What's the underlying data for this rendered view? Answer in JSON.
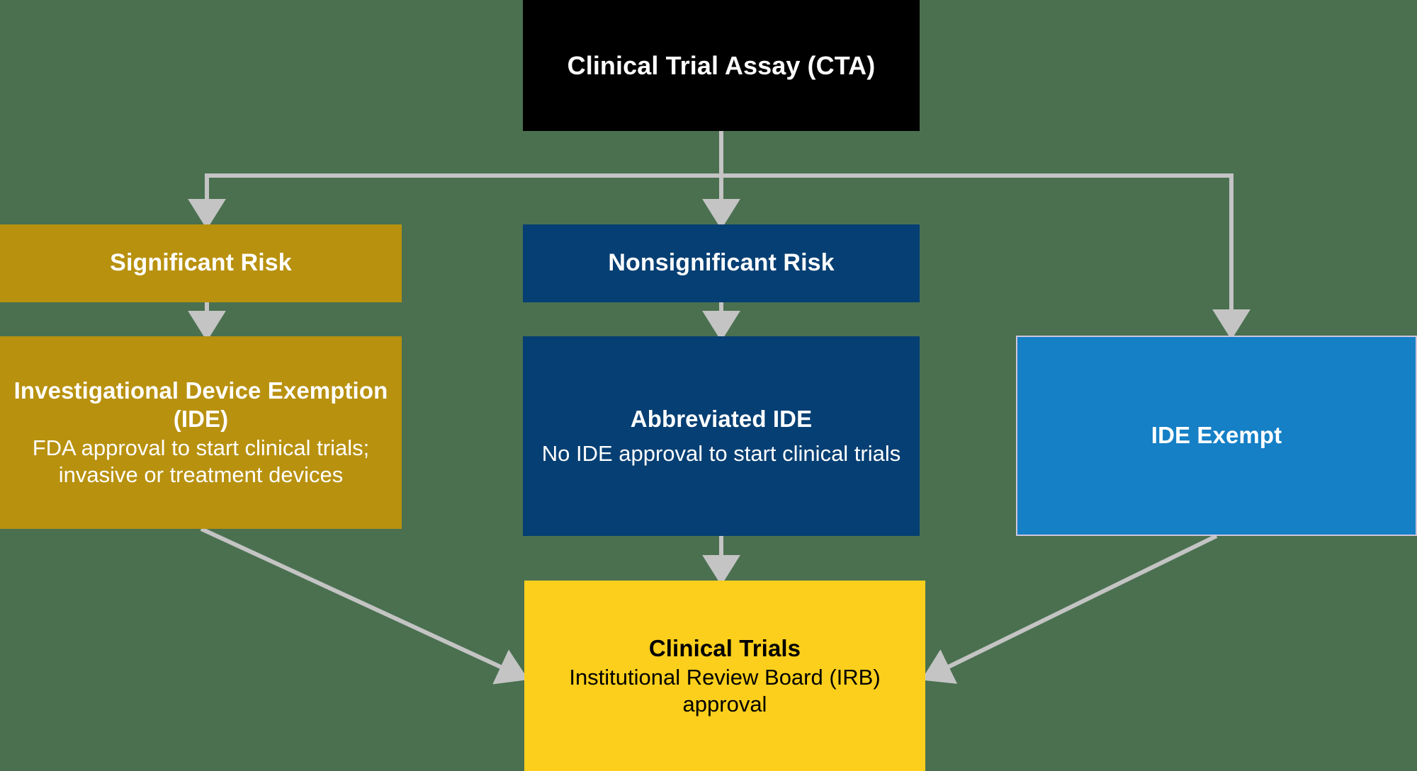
{
  "diagram": {
    "background_color": "#4a7050",
    "connector_color": "#c4c4c4",
    "nodes": {
      "cta": {
        "title": "Clinical Trial Assay (CTA)",
        "body": "",
        "fill": "#000000",
        "text_color": "#ffffff"
      },
      "sr": {
        "title": "Significant Risk",
        "body": "",
        "fill": "#b8910f",
        "text_color": "#ffffff"
      },
      "nsr": {
        "title": "Nonsignificant Risk",
        "body": "",
        "fill": "#063f73",
        "text_color": "#ffffff"
      },
      "ide": {
        "title": "Investigational Device Exemption (IDE)",
        "body": "FDA approval to start clinical trials; invasive or treatment devices",
        "fill": "#b8910f",
        "text_color": "#ffffff"
      },
      "aide": {
        "title": "Abbreviated IDE",
        "body": "No IDE approval to start clinical trials",
        "fill": "#063f73",
        "text_color": "#ffffff"
      },
      "exempt": {
        "title": "IDE Exempt",
        "body": "",
        "fill": "#1580c6",
        "text_color": "#ffffff"
      },
      "ct": {
        "title": "Clinical Trials",
        "body": "Institutional Review Board (IRB) approval",
        "fill": "#fbcf1c",
        "text_color": "#000000"
      }
    },
    "edges": [
      {
        "from": "cta",
        "to": "sr"
      },
      {
        "from": "cta",
        "to": "nsr"
      },
      {
        "from": "cta",
        "to": "exempt"
      },
      {
        "from": "sr",
        "to": "ide"
      },
      {
        "from": "nsr",
        "to": "aide"
      },
      {
        "from": "ide",
        "to": "ct"
      },
      {
        "from": "aide",
        "to": "ct"
      },
      {
        "from": "exempt",
        "to": "ct"
      }
    ]
  }
}
